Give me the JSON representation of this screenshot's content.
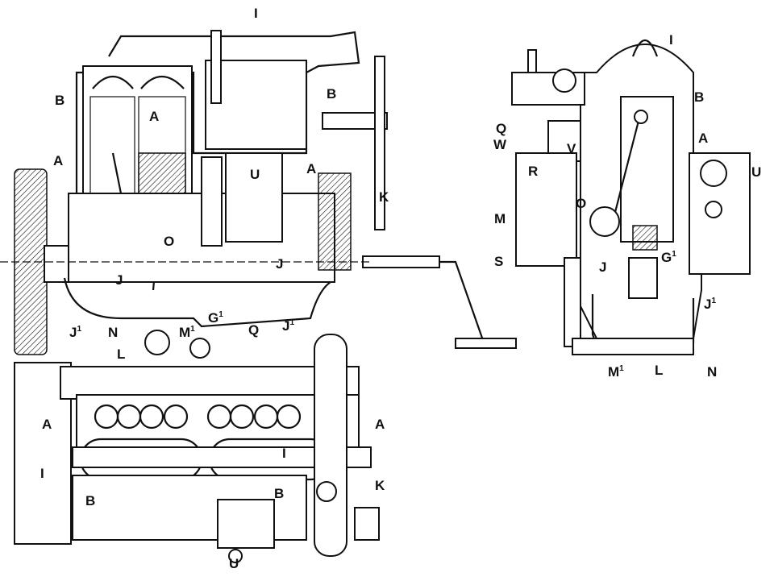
{
  "labels": [
    {
      "id": "top-I",
      "text": "I",
      "sup": ""
    },
    {
      "id": "top-B-left",
      "text": "B",
      "sup": ""
    },
    {
      "id": "top-A-piston",
      "text": "A",
      "sup": ""
    },
    {
      "id": "top-B-right",
      "text": "B",
      "sup": ""
    },
    {
      "id": "top-A-left",
      "text": "A",
      "sup": ""
    },
    {
      "id": "top-A-right",
      "text": "A",
      "sup": ""
    },
    {
      "id": "top-U",
      "text": "U",
      "sup": ""
    },
    {
      "id": "top-K",
      "text": "K",
      "sup": ""
    },
    {
      "id": "top-O",
      "text": "O",
      "sup": ""
    },
    {
      "id": "top-J-left",
      "text": "J",
      "sup": ""
    },
    {
      "id": "top-J-right",
      "text": "J",
      "sup": ""
    },
    {
      "id": "top-J1-left",
      "text": "J",
      "sup": "1"
    },
    {
      "id": "top-N",
      "text": "N",
      "sup": ""
    },
    {
      "id": "top-M1",
      "text": "M",
      "sup": "1"
    },
    {
      "id": "top-G1",
      "text": "G",
      "sup": "1"
    },
    {
      "id": "top-J1-right",
      "text": "J",
      "sup": "1"
    },
    {
      "id": "top-L",
      "text": "L",
      "sup": ""
    },
    {
      "id": "top-Q",
      "text": "Q",
      "sup": ""
    },
    {
      "id": "plan-A-left",
      "text": "A",
      "sup": ""
    },
    {
      "id": "plan-A-right",
      "text": "A",
      "sup": ""
    },
    {
      "id": "plan-I-left",
      "text": "I",
      "sup": ""
    },
    {
      "id": "plan-I-right",
      "text": "I",
      "sup": ""
    },
    {
      "id": "plan-B-left",
      "text": "B",
      "sup": ""
    },
    {
      "id": "plan-B-right",
      "text": "B",
      "sup": ""
    },
    {
      "id": "plan-K",
      "text": "K",
      "sup": ""
    },
    {
      "id": "plan-U",
      "text": "U",
      "sup": ""
    },
    {
      "id": "end-I",
      "text": "I",
      "sup": ""
    },
    {
      "id": "end-B",
      "text": "B",
      "sup": ""
    },
    {
      "id": "end-A",
      "text": "A",
      "sup": ""
    },
    {
      "id": "end-U",
      "text": "U",
      "sup": ""
    },
    {
      "id": "end-Q",
      "text": "Q",
      "sup": ""
    },
    {
      "id": "end-W",
      "text": "W",
      "sup": ""
    },
    {
      "id": "end-V",
      "text": "V",
      "sup": ""
    },
    {
      "id": "end-R",
      "text": "R",
      "sup": ""
    },
    {
      "id": "end-O",
      "text": "O",
      "sup": ""
    },
    {
      "id": "end-M",
      "text": "M",
      "sup": ""
    },
    {
      "id": "end-S",
      "text": "S",
      "sup": ""
    },
    {
      "id": "end-J",
      "text": "J",
      "sup": ""
    },
    {
      "id": "end-G1",
      "text": "G",
      "sup": "1"
    },
    {
      "id": "end-J1",
      "text": "J",
      "sup": "1"
    },
    {
      "id": "end-N",
      "text": "N",
      "sup": ""
    },
    {
      "id": "end-L",
      "text": "L",
      "sup": ""
    },
    {
      "id": "end-M1",
      "text": "M",
      "sup": "1"
    }
  ]
}
